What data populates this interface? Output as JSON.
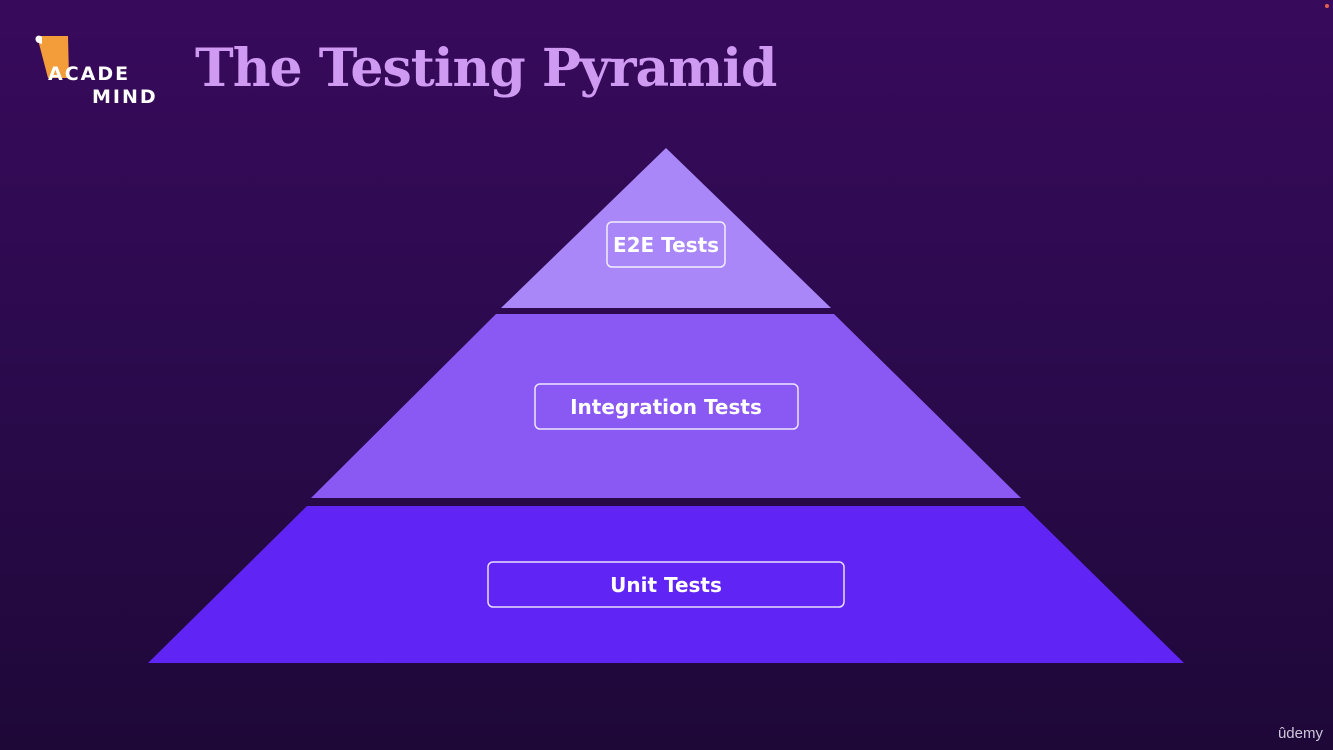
{
  "slide": {
    "title": "The Testing Pyramid"
  },
  "logo": {
    "line1": "ACADE",
    "line2": "MIND"
  },
  "pyramid": {
    "tiers": [
      {
        "label": "E2E Tests",
        "color": "#a987f8"
      },
      {
        "label": "Integration Tests",
        "color": "#8a58f2"
      },
      {
        "label": "Unit Tests",
        "color": "#6024f5"
      }
    ]
  },
  "colors": {
    "title": "#cf9bf2",
    "background": "#2c0a4e",
    "logo_accent": "#f39c3a"
  },
  "watermark": {
    "text": "ûdemy"
  }
}
